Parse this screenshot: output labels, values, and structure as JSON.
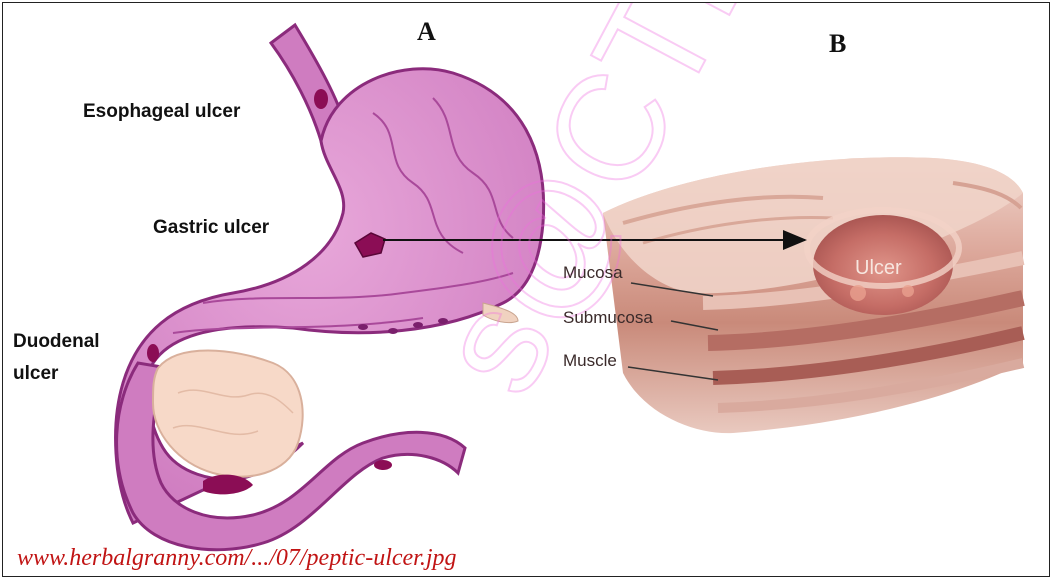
{
  "panels": {
    "a_letter": "A",
    "b_letter": "B"
  },
  "stomach_labels": {
    "esophageal": "Esophageal ulcer",
    "gastric": "Gastric ulcer",
    "duodenal_line1": "Duodenal",
    "duodenal_line2": "ulcer"
  },
  "tissue_labels": {
    "mucosa": "Mucosa",
    "submucosa": "Submucosa",
    "muscle": "Muscle",
    "ulcer": "Ulcer"
  },
  "source": "www.herbalgranny.com/.../07/peptic-ulcer.jpg",
  "colors": {
    "stomach_outer": "#b0489f",
    "stomach_inner": "#d98ccb",
    "stomach_dark": "#7a1f6c",
    "ulcer_spot": "#8b0d55",
    "pancreas": "#f7d9c8",
    "tissue_top": "#e2b3a8",
    "tissue_mid": "#c98a7a",
    "source_red": "#c11414",
    "watermark": "#f06de0"
  }
}
